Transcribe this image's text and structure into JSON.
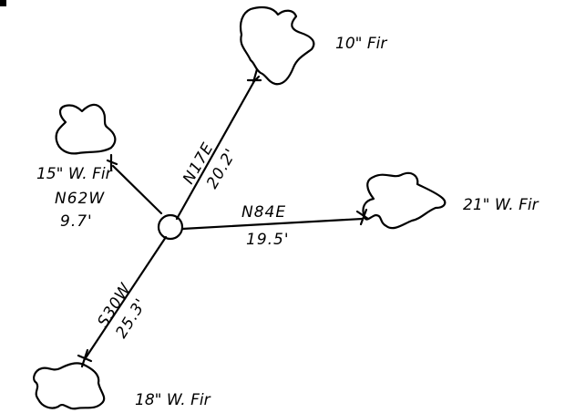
{
  "plot_center_label": "",
  "trees": [
    {
      "species": "10\" Fir",
      "bearing": "N17E",
      "distance": "20.2'"
    },
    {
      "species": "21\" W. Fir",
      "bearing": "N84E",
      "distance": "19.5'"
    },
    {
      "species": "15\" W. Fir",
      "bearing": "N62W",
      "distance": "9.7'"
    },
    {
      "species": "18\" W. Fir",
      "bearing": "S30W",
      "distance": "25.3'"
    }
  ]
}
